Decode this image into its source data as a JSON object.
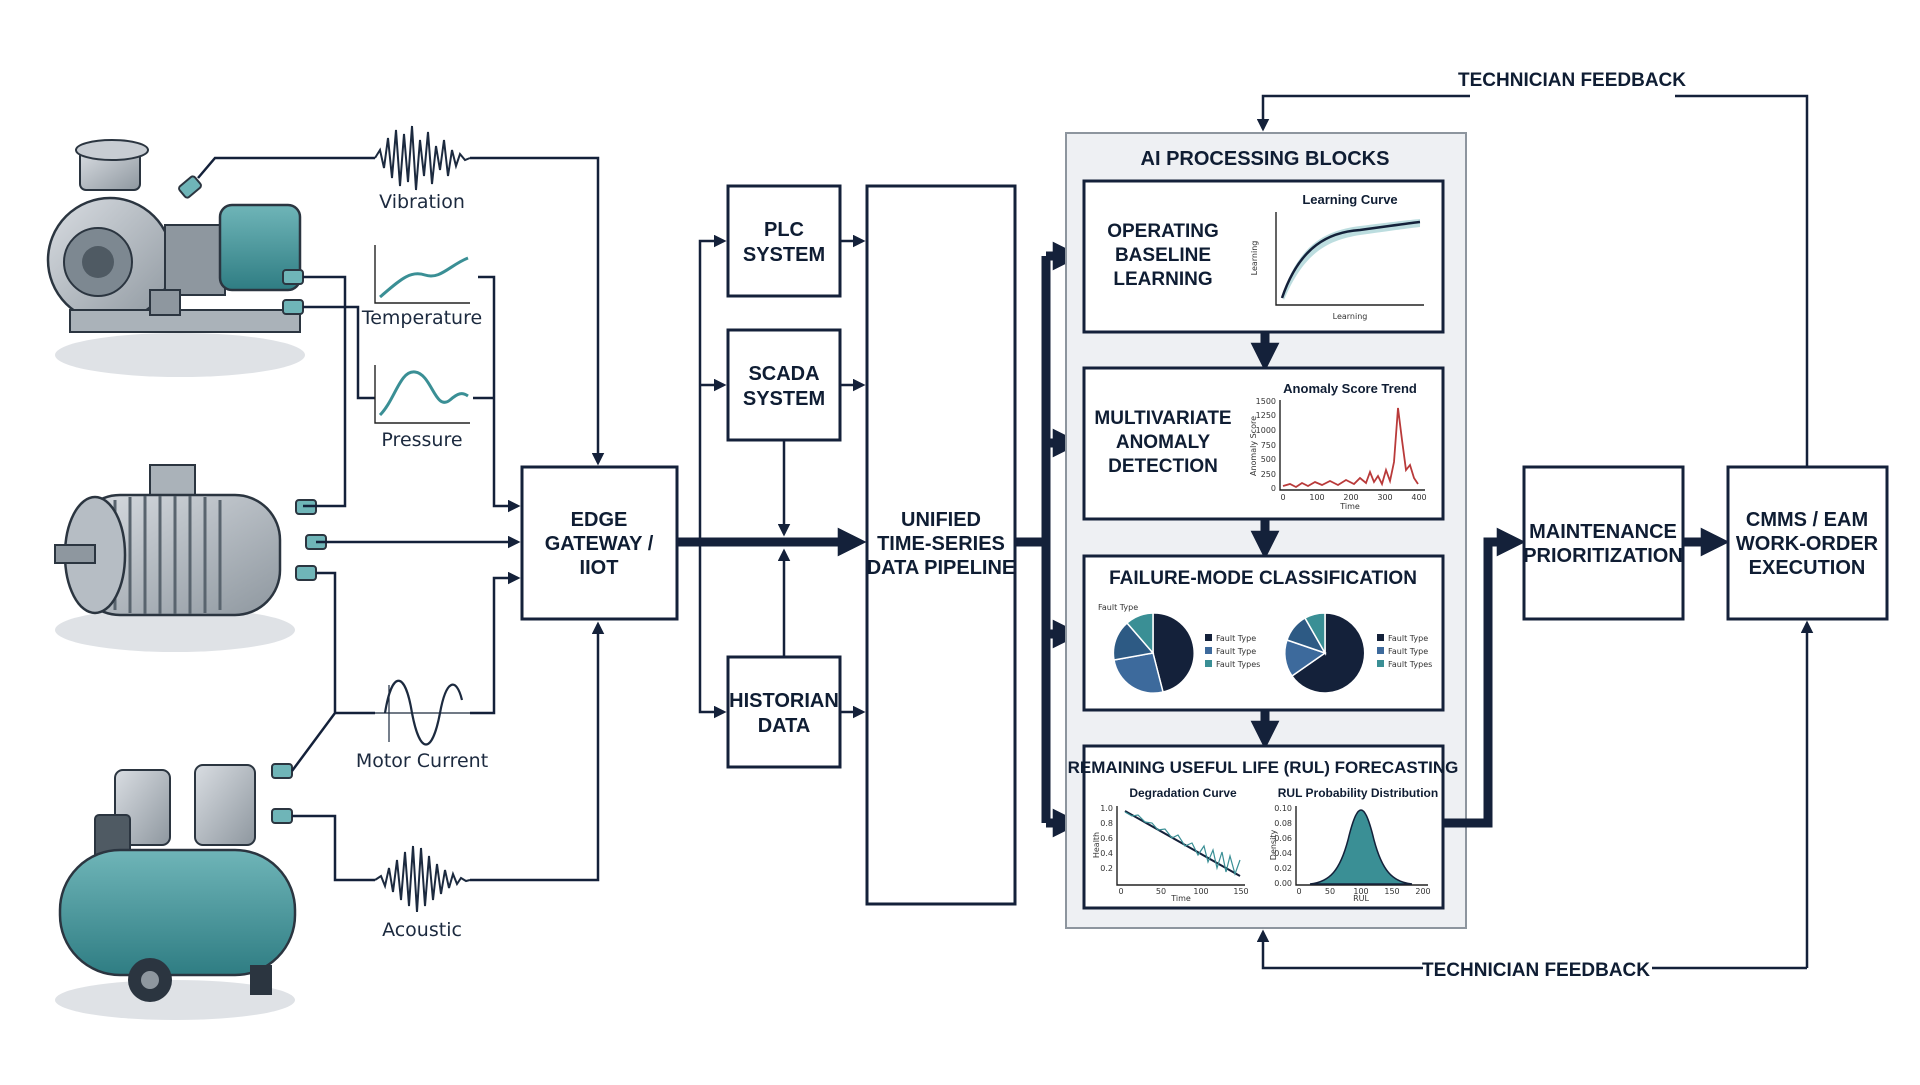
{
  "feedback": {
    "top": "TECHNICIAN FEEDBACK",
    "bottom": "TECHNICIAN FEEDBACK"
  },
  "signals": {
    "vibration": "Vibration",
    "temperature": "Temperature",
    "pressure": "Pressure",
    "motor_current": "Motor Current",
    "acoustic": "Acoustic"
  },
  "nodes": {
    "edge": [
      "EDGE",
      "GATEWAY /",
      "IIOT"
    ],
    "plc": [
      "PLC",
      "SYSTEM"
    ],
    "scada": [
      "SCADA",
      "SYSTEM"
    ],
    "historian": [
      "HISTORIAN",
      "DATA"
    ],
    "pipeline": [
      "UNIFIED",
      "TIME-SERIES",
      "DATA PIPELINE"
    ],
    "maintenance": [
      "MAINTENANCE",
      "PRIORITIZATION"
    ],
    "cmms": [
      "CMMS / EAM",
      "WORK-ORDER",
      "EXECUTION"
    ]
  },
  "ai": {
    "title": "AI PROCESSING BLOCKS",
    "baseline": {
      "label": [
        "OPERATING",
        "BASELINE",
        "LEARNING"
      ],
      "chart_title": "Learning Curve",
      "xlabel": "Learning",
      "ylabel": "Learning"
    },
    "anomaly": {
      "label": [
        "MULTIVARIATE",
        "ANOMALY",
        "DETECTION"
      ],
      "chart_title": "Anomaly Score Trend",
      "xlabel": "Time",
      "ylabel": "Anomaly Score",
      "yticks": [
        "1500",
        "1250",
        "1000",
        "750",
        "500",
        "250",
        "0"
      ],
      "xticks": [
        "0",
        "100",
        "200",
        "300",
        "400"
      ]
    },
    "failure": {
      "title": "FAILURE-MODE CLASSIFICATION",
      "pie_title": "Fault Type",
      "legend": [
        "Fault Type",
        "Fault Type",
        "Fault Types"
      ]
    },
    "rul": {
      "title": "REMAINING USEFUL LIFE (RUL) FORECASTING",
      "deg_title": "Degradation Curve",
      "deg_xlabel": "Time",
      "deg_ylabel": "Health",
      "deg_yticks": [
        "1.0",
        "0.8",
        "0.6",
        "0.4",
        "0.2"
      ],
      "deg_xticks": [
        "0",
        "50",
        "100",
        "150"
      ],
      "dist_title": "RUL Probability Distribution",
      "dist_xlabel": "RUL",
      "dist_ylabel": "Density",
      "dist_yticks": [
        "0.10",
        "0.08",
        "0.06",
        "0.04",
        "0.02",
        "0.00"
      ],
      "dist_xticks": [
        "0",
        "50",
        "100",
        "150",
        "200"
      ]
    }
  },
  "colors": {
    "navy": "#14213a",
    "teal": "#3a8f95",
    "teal_light": "#9fcfd1",
    "slate": "#3d6a9c",
    "red": "#b93a3a",
    "panel": "#eef0f3"
  }
}
